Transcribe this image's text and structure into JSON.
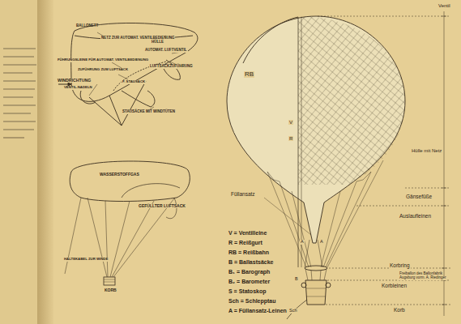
{
  "diagram": {
    "labels": [
      "BALLONETT",
      "NETZ ZUR AUTOMAT. VENTILBEDIENUNG",
      "HÜLLE",
      "AUTOMAT. LUFTVENTIL",
      "FÜHRUNGSLEINE FÜR AUTOMAT. VENTILBEDIENUNG",
      "LUFTSACKZUFÜHRUNG",
      "WINDRICHTUNG",
      "ZUFÜHRUNG ZUM LUFTSACK",
      "F. STAUSACK",
      "VENTIL-NADELN",
      "STAUSÄCKE MIT WINDTÜTEN",
      "WASSERSTOFFGAS",
      "GEFÜLLTER LUFTSACK",
      "HALTEKABEL ZUR WINDE",
      "KORB",
      "Ventil",
      "RB",
      "V",
      "R",
      "Hülle mit Netz",
      "Füllansatz",
      "Gänsefüße",
      "Auslaufleinen",
      "A",
      "A",
      "Korbring",
      "Korbleinen",
      "Korb",
      "Sch",
      "B",
      "V = Ventilleine",
      "R = Reißgurt",
      "RB = Reißbahn",
      "B = Ballastsäcke",
      "B₁ = Barograph",
      "B₂ = Barometer",
      "S = Statoskop",
      "Sch = Schlepptau",
      "A = Füllansatz-Leinen",
      "Freiballon des Ballonfabrik",
      "Augsburg vorm. A. Riedinger"
    ]
  }
}
